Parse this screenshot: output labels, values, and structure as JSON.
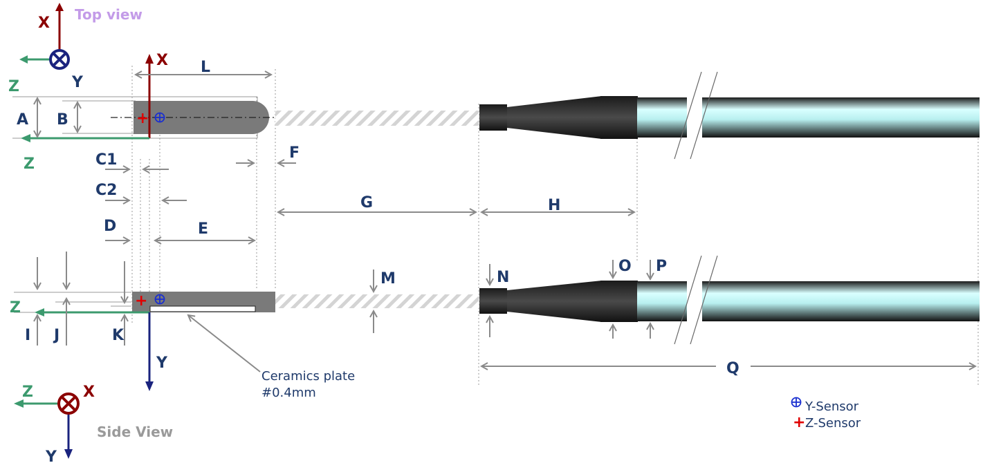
{
  "titles": {
    "top_view": "Top view",
    "side_view": "Side View"
  },
  "axes": {
    "top_x": "X",
    "top_y": "Y",
    "top_z": "Z",
    "probe_x": "X",
    "probe_z": "Z",
    "side_x": "X",
    "side_y": "Y",
    "side_z": "Z",
    "side_probe_z": "Z",
    "side_probe_y": "Y"
  },
  "dimensions": {
    "A": "A",
    "B": "B",
    "C1": "C1",
    "C2": "C2",
    "D": "D",
    "E": "E",
    "F": "F",
    "G": "G",
    "H": "H",
    "I": "I",
    "J": "J",
    "K": "K",
    "L": "L",
    "M": "M",
    "N": "N",
    "O": "O",
    "P": "P",
    "Q": "Q"
  },
  "annotation": {
    "line1": "Ceramics plate",
    "line2": "#0.4mm"
  },
  "legend": {
    "y_sensor_symbol": "⊕",
    "y_sensor": "Y-Sensor",
    "z_sensor_symbol": "+",
    "z_sensor": "Z-Sensor"
  },
  "colors": {
    "axis_x": "#8b0000",
    "axis_y": "#1a237e",
    "axis_z": "#3c9a6e",
    "probe_body": "#7a7a7a",
    "cable": "#bff5f5",
    "connector": "#2e2e2e",
    "z_sensor": "#e00000",
    "y_sensor": "#1a2fd0"
  }
}
